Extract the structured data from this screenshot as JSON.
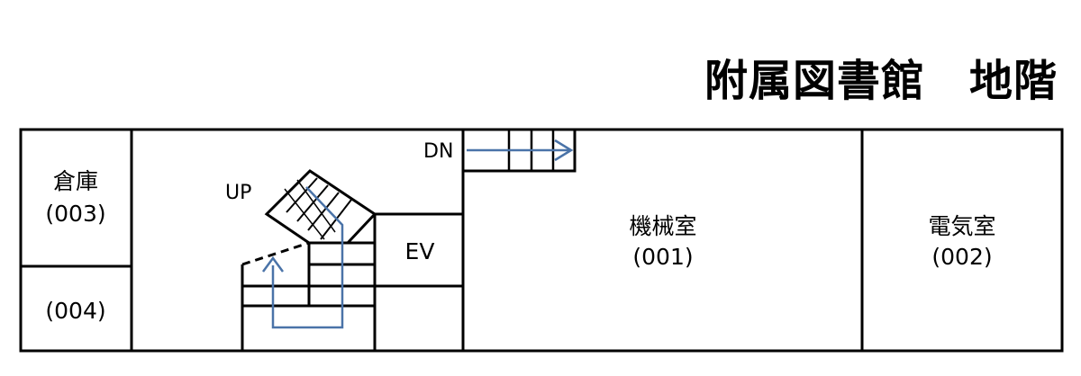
{
  "title": "附属図書館　地階",
  "rooms": {
    "storage_003": {
      "name": "倉庫",
      "code": "(003)"
    },
    "room_004": {
      "code": "(004)"
    },
    "machine_001": {
      "name": "機械室",
      "code": "(001)"
    },
    "electric_002": {
      "name": "電気室",
      "code": "(002)"
    }
  },
  "labels": {
    "up": "UP",
    "down": "DN",
    "elevator": "EV"
  },
  "colors": {
    "arrow": "#4a73a8",
    "wall": "#000000"
  }
}
